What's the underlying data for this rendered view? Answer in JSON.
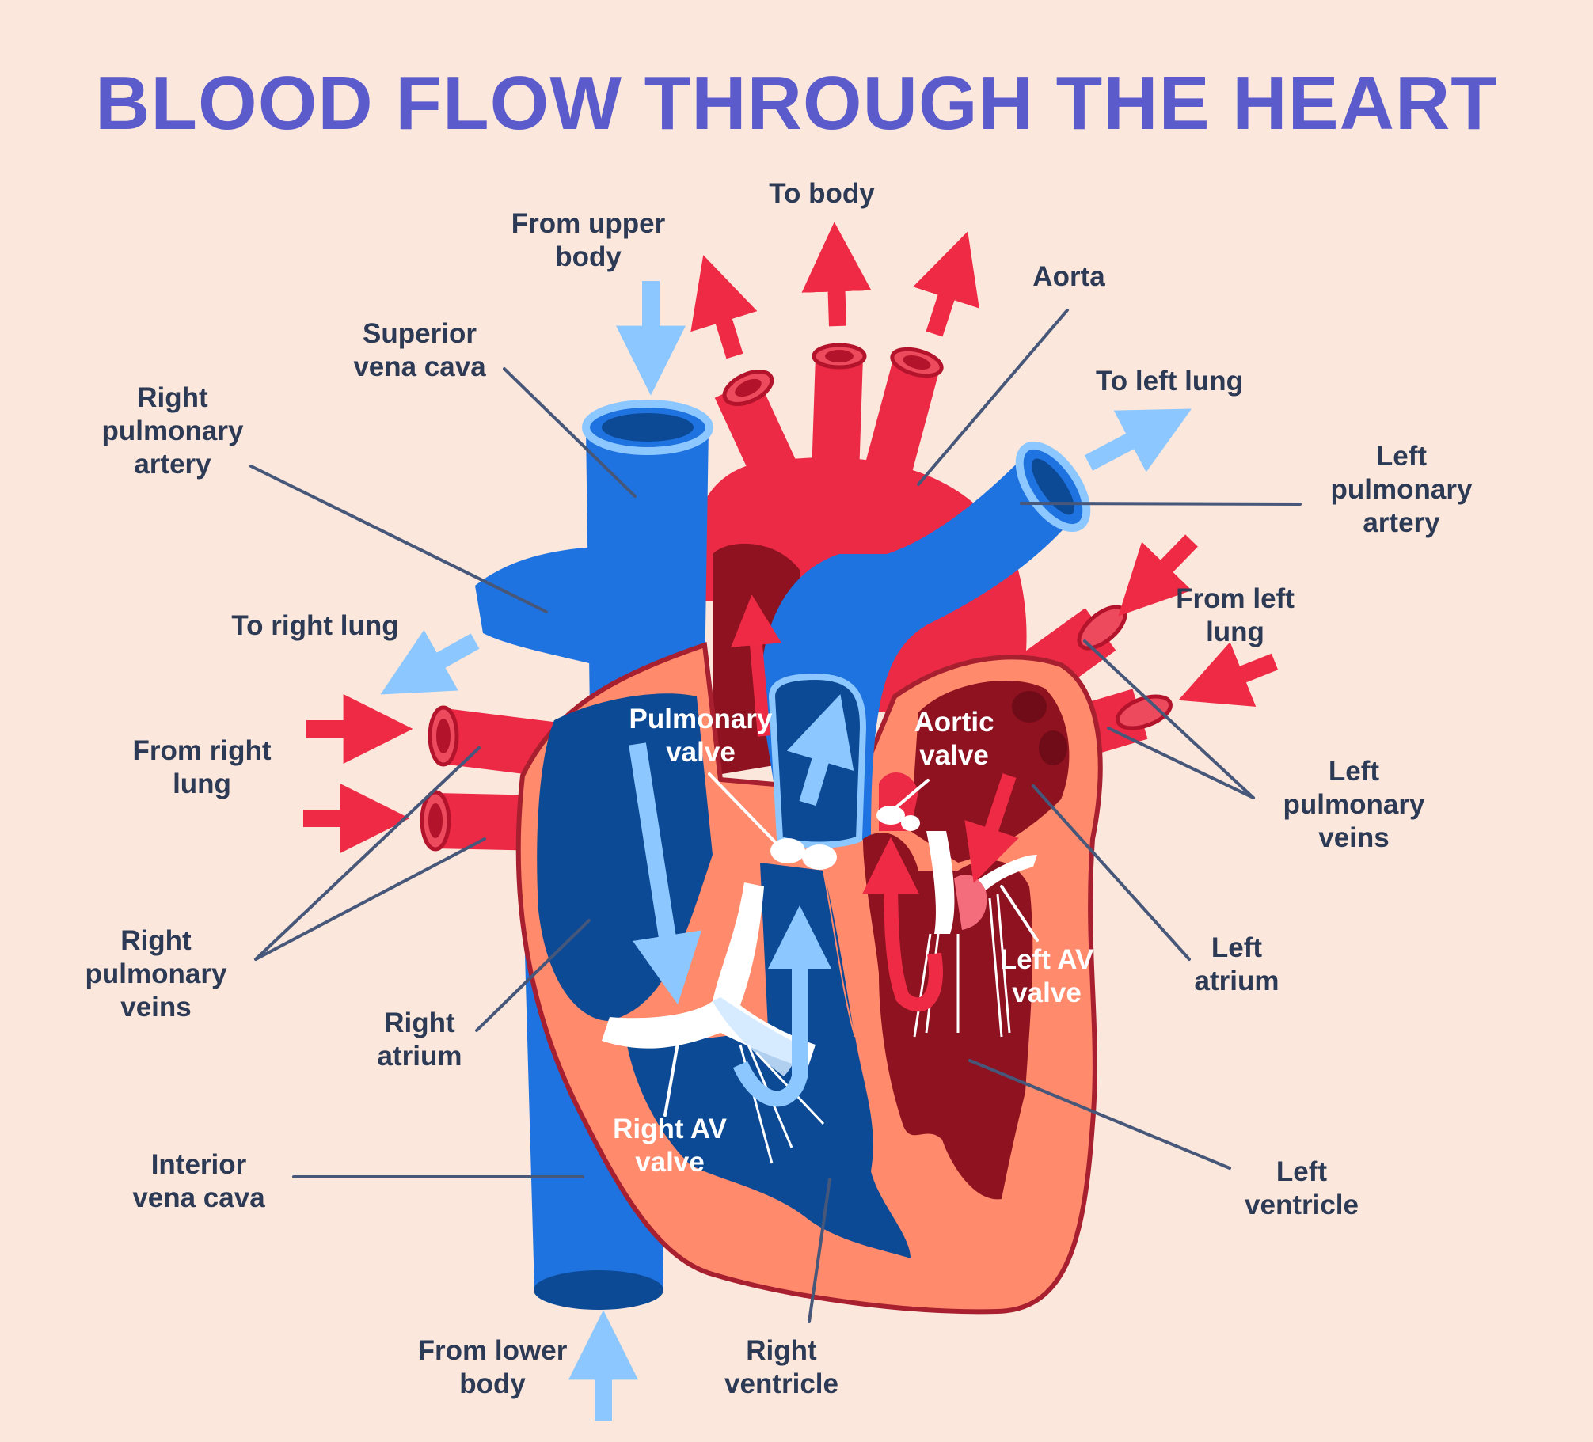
{
  "title": "BLOOD FLOW THROUGH THE HEART",
  "labels": {
    "from_upper_body": "From upper\nbody",
    "to_body": "To body",
    "aorta": "Aorta",
    "superior_vena_cava": "Superior\nvena cava",
    "right_pulmonary_artery": "Right\npulmonary\nartery",
    "to_left_lung": "To left lung",
    "left_pulmonary_artery": "Left\npulmonary\nartery",
    "from_left_lung": "From left\nlung",
    "to_right_lung": "To right lung",
    "from_right_lung": "From right\nlung",
    "pulmonary_valve": "Pulmonary\nvalve",
    "aortic_valve": "Aortic\nvalve",
    "left_pulmonary_veins": "Left\npulmonary\nveins",
    "right_pulmonary_veins": "Right\npulmonary\nveins",
    "left_atrium": "Left\natrium",
    "left_av_valve": "Left AV\nvalve",
    "right_atrium": "Right\natrium",
    "right_av_valve": "Right AV\nvalve",
    "interior_vena_cava": "Interior\nvena cava",
    "left_ventricle": "Left\nventricle",
    "from_lower_body": "From lower\nbody",
    "right_ventricle": "Right\nventricle"
  },
  "colors": {
    "background": "#fbe7dc",
    "title": "#5b5bcc",
    "label_text": "#2c3a55",
    "deoxygenated_vessel": "#1f73e0",
    "deoxygenated_chamber": "#0d4a96",
    "oxygenated_vessel": "#ec2a45",
    "oxygenated_chamber": "#8e1220",
    "heart_muscle": "#ff8a6c",
    "arrow_blue": "#8cc8ff",
    "arrow_red": "#ee2a45"
  }
}
